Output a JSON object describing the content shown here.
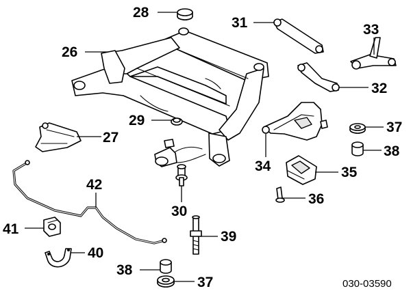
{
  "diagram": {
    "reference_code": "030-03590",
    "callouts": {
      "c28": "28",
      "c31": "31",
      "c33": "33",
      "c26": "26",
      "c32": "32",
      "c29": "29",
      "c37a": "37",
      "c27": "27",
      "c38a": "38",
      "c34": "34",
      "c35": "35",
      "c42": "42",
      "c36": "36",
      "c30": "30",
      "c41": "41",
      "c39": "39",
      "c40": "40",
      "c38b": "38",
      "c37b": "37"
    }
  }
}
